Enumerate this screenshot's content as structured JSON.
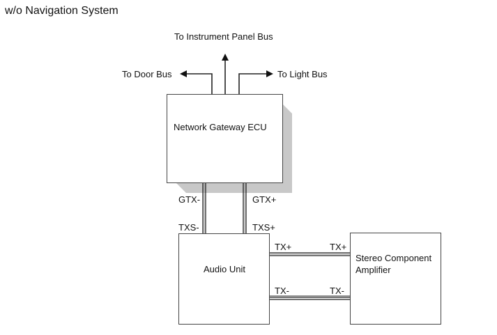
{
  "title": "w/o Navigation System",
  "buses": {
    "instrument_panel": "To Instrument Panel Bus",
    "door": "To Door Bus",
    "light": "To Light Bus"
  },
  "components": {
    "gateway": "Network Gateway ECU",
    "audio_unit": "Audio Unit",
    "amplifier_line1": "Stereo Component",
    "amplifier_line2": "Amplifier"
  },
  "terminals": {
    "gtx_minus": "GTX-",
    "gtx_plus": "GTX+",
    "txs_minus": "TXS-",
    "txs_plus": "TXS+",
    "audio_tx_plus": "TX+",
    "amp_tx_plus": "TX+",
    "audio_tx_minus": "TX-",
    "amp_tx_minus": "TX-"
  },
  "colors": {
    "line": "#222222",
    "shadow": "#c8c8c8",
    "wire_gray": "#888888"
  }
}
